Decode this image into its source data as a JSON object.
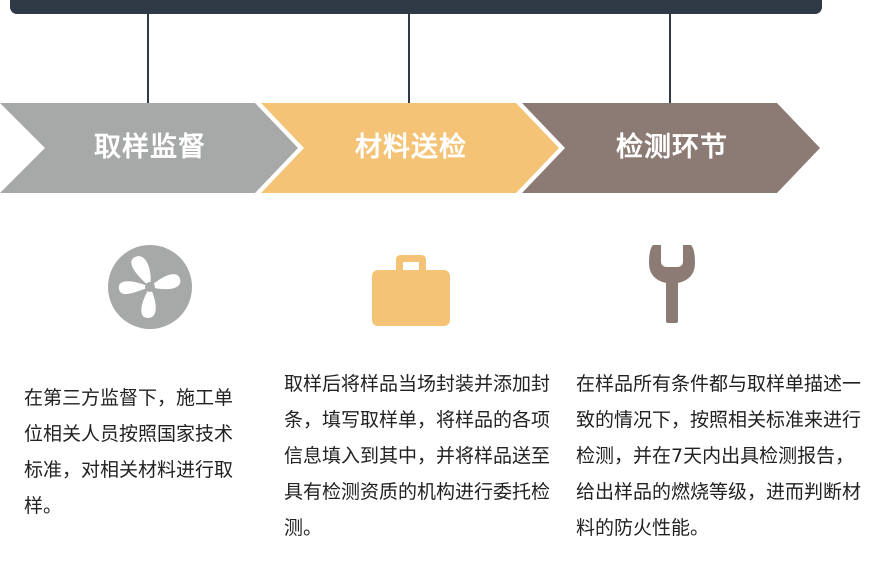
{
  "steps": [
    {
      "title": "取样监督",
      "color": "#a7a8a8",
      "icon": "ventilator-fan-icon",
      "description": "在第三方监督下，施工单位相关人员按照国家技术标准，对相关材料进行取样。"
    },
    {
      "title": "材料送检",
      "color": "#f4c376",
      "icon": "briefcase-icon",
      "description": "取样后将样品当场封装并添加封条，填写取样单，将样品的各项信息填入到其中，并将样品送至具有检测资质的机构进行委托检测。"
    },
    {
      "title": "检测环节",
      "color": "#8c7b74",
      "icon": "wrench-icon",
      "description": "在样品所有条件都与取样单描述一致的情况下，按照相关标准来进行检测，并在7天内出具检测报告，给出样品的燃烧等级，进而判断材料的防火性能。"
    }
  ],
  "colors": {
    "bar": "#303a46",
    "text": "#222222",
    "label": "#ffffff"
  }
}
